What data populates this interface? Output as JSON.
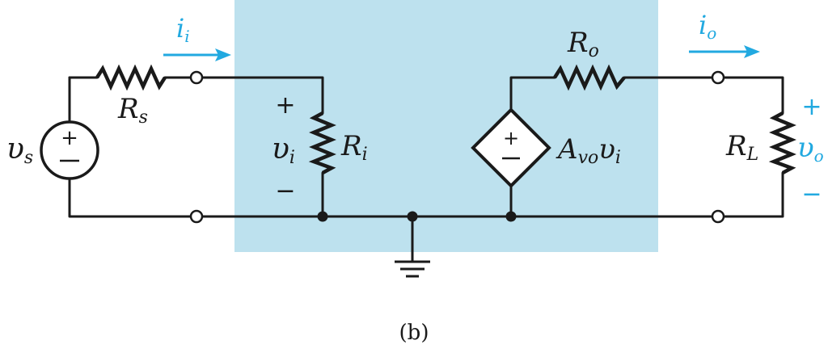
{
  "colors": {
    "amplifier_box": "#bde1ee",
    "wire": "#1a1a1a",
    "accent": "#22a9e0"
  },
  "labels": {
    "vs_main": "υ",
    "vs_sub": "s",
    "rs_main": "R",
    "rs_sub": "s",
    "ii_main": "i",
    "ii_sub": "i",
    "vi_main": "υ",
    "vi_sub": "i",
    "ri_main": "R",
    "ri_sub": "i",
    "ro_main": "R",
    "ro_sub": "o",
    "gain_main": "A",
    "gain_sub": "vo",
    "gain_var_main": "υ",
    "gain_var_sub": "i",
    "io_main": "i",
    "io_sub": "o",
    "rl_main": "R",
    "rl_sub": "L",
    "vo_main": "υ",
    "vo_sub": "o",
    "plus": "+",
    "minus": "−",
    "source_plus": "+",
    "source_minus": "−"
  },
  "caption": "(b)"
}
